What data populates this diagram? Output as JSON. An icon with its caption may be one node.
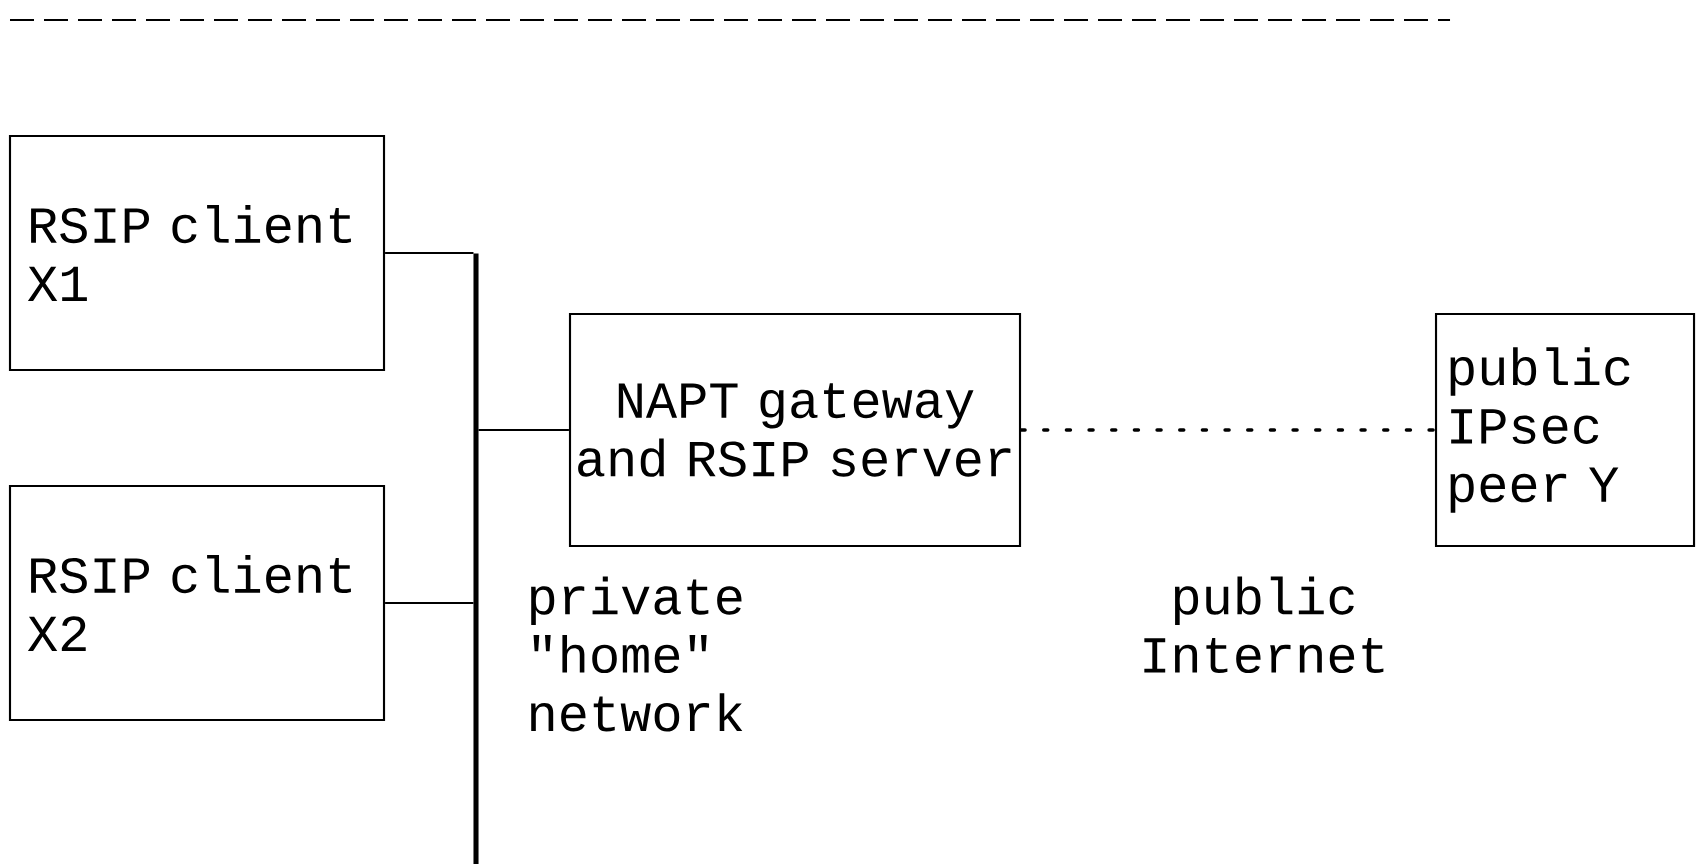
{
  "diagram": {
    "nodes": [
      {
        "text": [
          "RSIP client X1"
        ]
      },
      {
        "text": [
          "RSIP client X2"
        ]
      },
      {
        "text": [
          "NAPT gateway and RSIP server"
        ]
      },
      {
        "text": [
          "public IPsec peer Y"
        ]
      },
      {
        "text": [],
        "shape": "bar"
      }
    ],
    "edges": [
      {
        "from": 0,
        "to": 4,
        "arrow": "none"
      },
      {
        "from": 1,
        "to": 4,
        "arrow": "none"
      },
      {
        "from": 4,
        "to": 2,
        "arrow": "none"
      },
      {
        "from": 2,
        "to": 3,
        "arrow": "none",
        "style": "dashed"
      }
    ],
    "labels": [
      "private \"home\" network",
      "public Internet"
    ]
  }
}
